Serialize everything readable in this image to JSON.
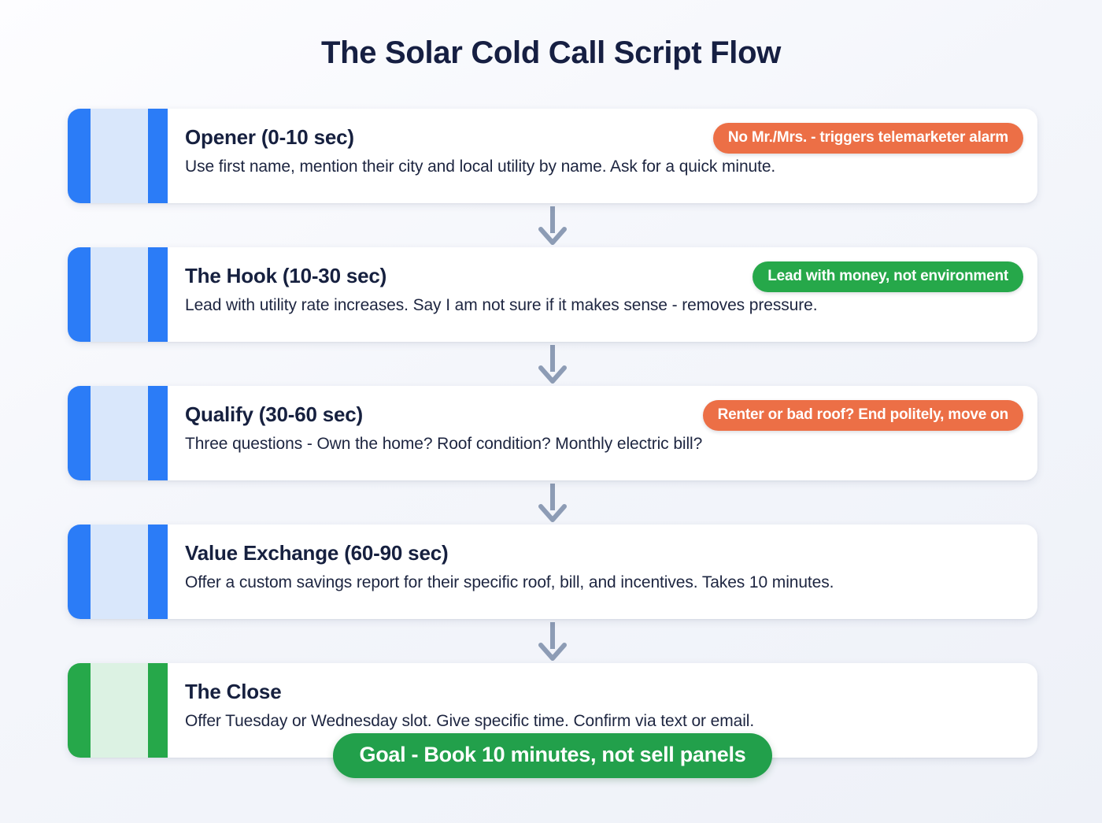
{
  "title": "The Solar Cold Call Script Flow",
  "colors": {
    "accent_blue": "#2b7cf7",
    "accent_blue_pale": "#d9e7fb",
    "accent_green": "#26a84a",
    "accent_green_pale": "#dcf2e3",
    "badge_orange": "#ec6f46",
    "badge_green": "#26a84a",
    "title_navy": "#161f42",
    "arrow_grey": "#8d9cb5",
    "background": "#f2f5fa"
  },
  "steps": [
    {
      "title": "Opener (0-10 sec)",
      "description": "Use first name, mention their city and local utility by name. Ask for a quick minute.",
      "badge": "No Mr./Mrs. - triggers telemarketer alarm",
      "badge_color": "orange",
      "accent": "blue"
    },
    {
      "title": "The Hook (10-30 sec)",
      "description": "Lead with utility rate increases. Say I am not sure if it makes sense - removes pressure.",
      "badge": "Lead with money, not environment",
      "badge_color": "green",
      "accent": "blue"
    },
    {
      "title": "Qualify (30-60 sec)",
      "description": "Three questions - Own the home? Roof condition? Monthly electric bill?",
      "badge": "Renter or bad roof? End politely, move on",
      "badge_color": "orange",
      "accent": "blue"
    },
    {
      "title": "Value Exchange (60-90 sec)",
      "description": "Offer a custom savings report for their specific roof, bill, and incentives. Takes 10 minutes.",
      "badge": null,
      "badge_color": null,
      "accent": "blue"
    },
    {
      "title": "The Close",
      "description": "Offer Tuesday or Wednesday slot. Give specific time. Confirm via text or email.",
      "badge": null,
      "badge_color": null,
      "accent": "green"
    }
  ],
  "connector_icon": "arrow-down-icon",
  "goal": "Goal - Book 10 minutes, not sell panels"
}
